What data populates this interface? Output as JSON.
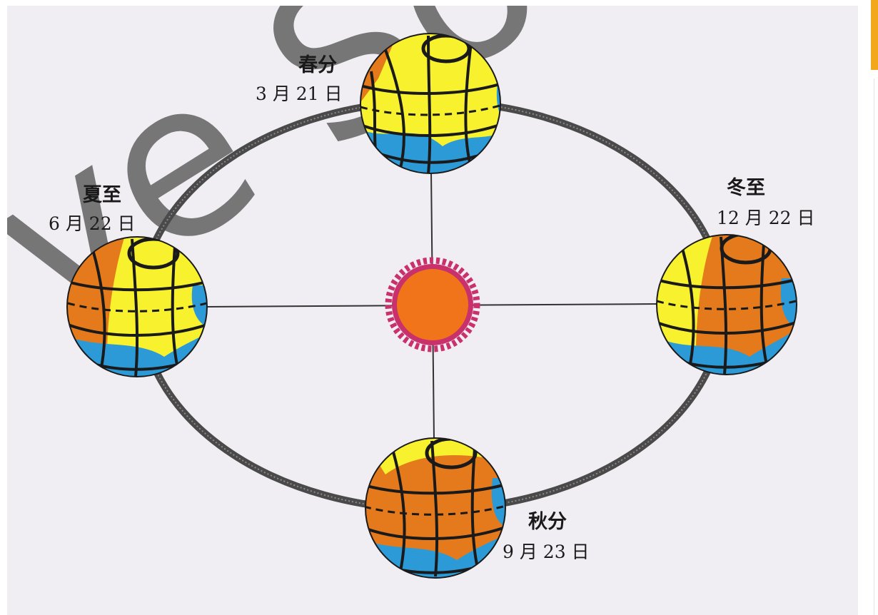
{
  "watermark": "ve So",
  "events": {
    "spring": {
      "title": "春分",
      "date": "3 月 21 日"
    },
    "summer": {
      "title": "夏至",
      "date": "6 月 22 日"
    },
    "autumn": {
      "title": "秋分",
      "date": "9 月 23 日"
    },
    "winter": {
      "title": "冬至",
      "date": "12 月 22 日"
    }
  },
  "colors": {
    "day": "#f7f12e",
    "night": "#e47a1c",
    "ocean": "#2d9ad8",
    "sun_fill": "#f2741a",
    "sun_rim": "#c8316b",
    "orbit": "#4a4a4a"
  }
}
